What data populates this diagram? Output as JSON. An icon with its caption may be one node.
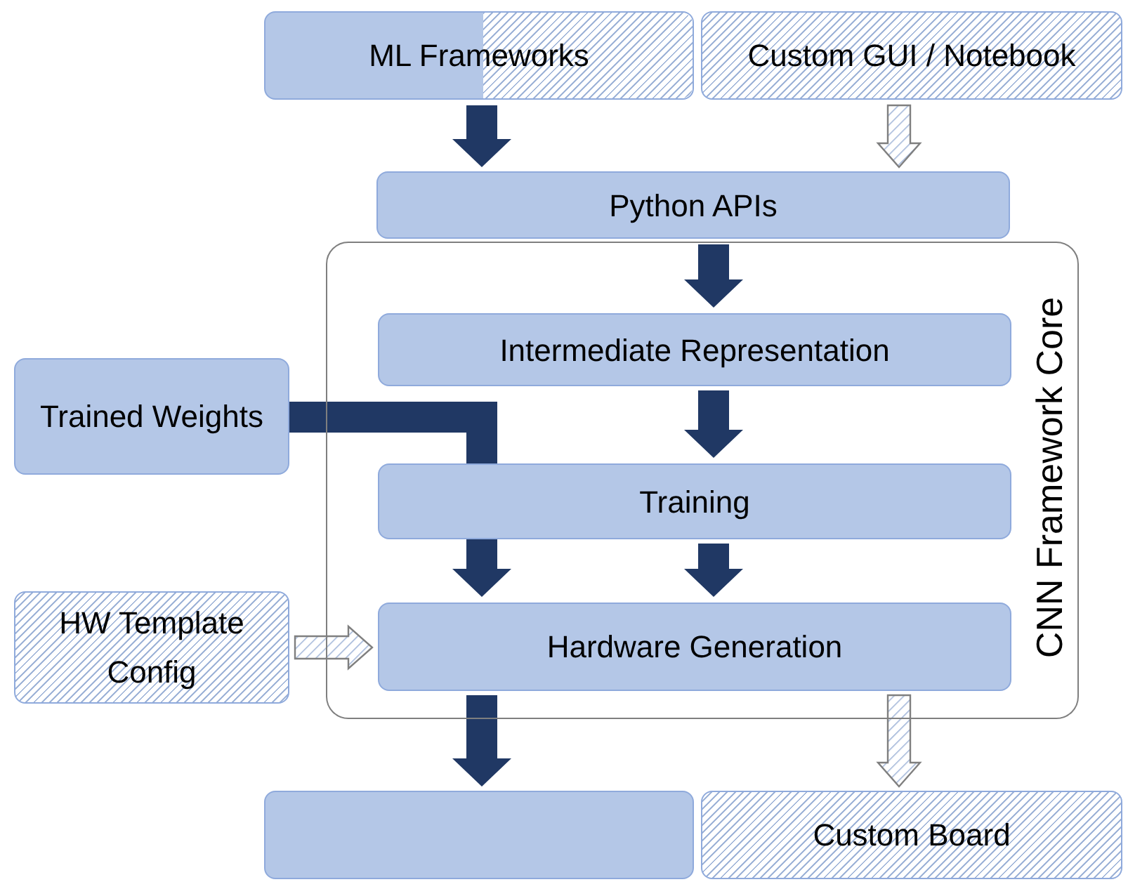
{
  "diagram": {
    "nodes": [
      {
        "text": [
          "ML Frameworks"
        ]
      },
      {
        "text": [
          "Custom GUI / Notebook"
        ]
      },
      {
        "text": [
          "CNN Framework Core"
        ]
      },
      {
        "text": [
          "Python APIs"
        ]
      },
      {
        "text": [
          "Intermediate Representation"
        ],
        "in": 2
      },
      {
        "text": [
          "Training"
        ],
        "in": 2
      },
      {
        "text": [
          "Hardware Generation"
        ],
        "in": 2
      },
      {
        "text": [
          "Trained Weights"
        ]
      },
      {
        "text": [
          "HW Template Config"
        ]
      },
      {
        "text": [],
        "shape": "box"
      },
      {
        "text": [
          "Custom Board"
        ]
      }
    ],
    "edges": [
      {
        "from": 0,
        "to": 3,
        "arrow": "to"
      },
      {
        "from": 1,
        "to": 3,
        "arrow": "to",
        "style": "dashed"
      },
      {
        "from": 3,
        "to": 4,
        "arrow": "to"
      },
      {
        "from": 4,
        "to": 5,
        "arrow": "to"
      },
      {
        "from": 5,
        "to": 6,
        "arrow": "to"
      },
      {
        "from": 7,
        "to": 6,
        "arrow": "to"
      },
      {
        "from": 8,
        "to": 6,
        "arrow": "to",
        "style": "dashed"
      },
      {
        "from": 6,
        "to": 9,
        "arrow": "to"
      },
      {
        "from": 6,
        "to": 10,
        "arrow": "to",
        "style": "dashed"
      }
    ]
  }
}
